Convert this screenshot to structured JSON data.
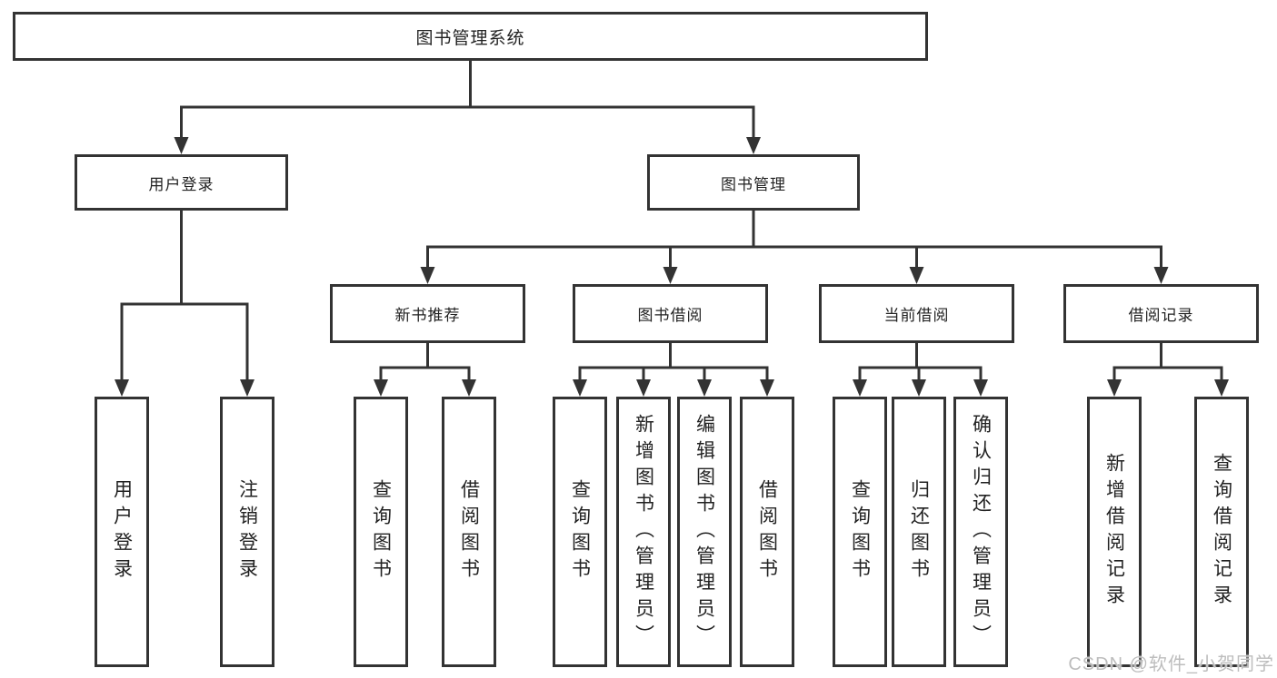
{
  "diagram": {
    "colors": {
      "line": "#333333",
      "border": "#333333",
      "text": "#222222",
      "background": "#ffffff",
      "watermark": "#bdbdbd"
    },
    "nodes": {
      "root": "图书管理系统",
      "level2": [
        "用户登录",
        "图书管理"
      ],
      "level3": [
        "新书推荐",
        "图书借阅",
        "当前借阅",
        "借阅记录"
      ],
      "leaves": [
        "用户登录",
        "注销登录",
        "查询图书",
        "借阅图书",
        "查询图书",
        "新增图书（管理员）",
        "编辑图书（管理员）",
        "借阅图书",
        "查询图书",
        "归还图书",
        "确认归还（管理员）",
        "新增借阅记录",
        "查询借阅记录"
      ]
    }
  },
  "watermark": {
    "text": "CSDN @软件_小贺同学"
  }
}
